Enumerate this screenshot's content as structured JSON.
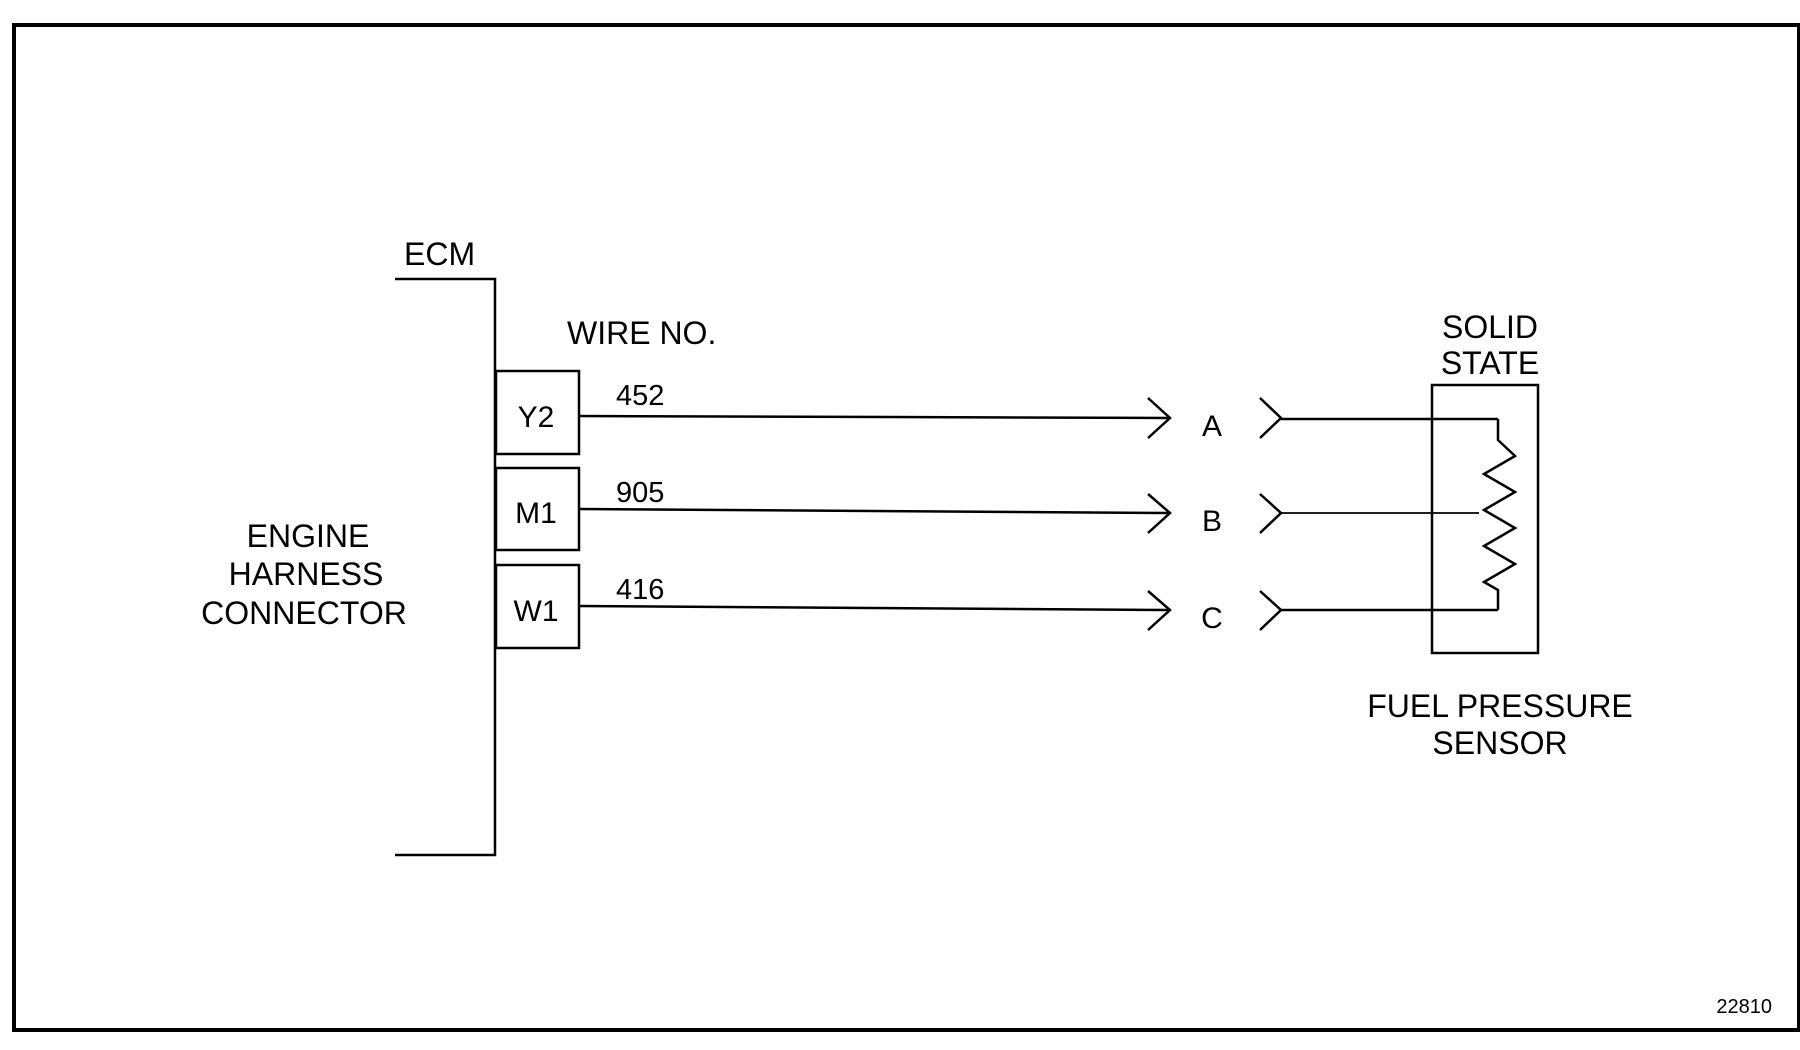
{
  "ecm": {
    "label": "ECM",
    "connector_lines": [
      "ENGINE",
      "HARNESS",
      "CONNECTOR"
    ]
  },
  "wire_header": "WIRE NO.",
  "wires": [
    {
      "pin": "Y2",
      "wire_no": "452",
      "terminal": "A"
    },
    {
      "pin": "M1",
      "wire_no": "905",
      "terminal": "B"
    },
    {
      "pin": "W1",
      "wire_no": "416",
      "terminal": "C"
    }
  ],
  "sensor": {
    "type_lines": [
      "SOLID",
      "STATE"
    ],
    "name_lines": [
      "FUEL PRESSURE",
      "SENSOR"
    ]
  },
  "figure_number": "22810"
}
